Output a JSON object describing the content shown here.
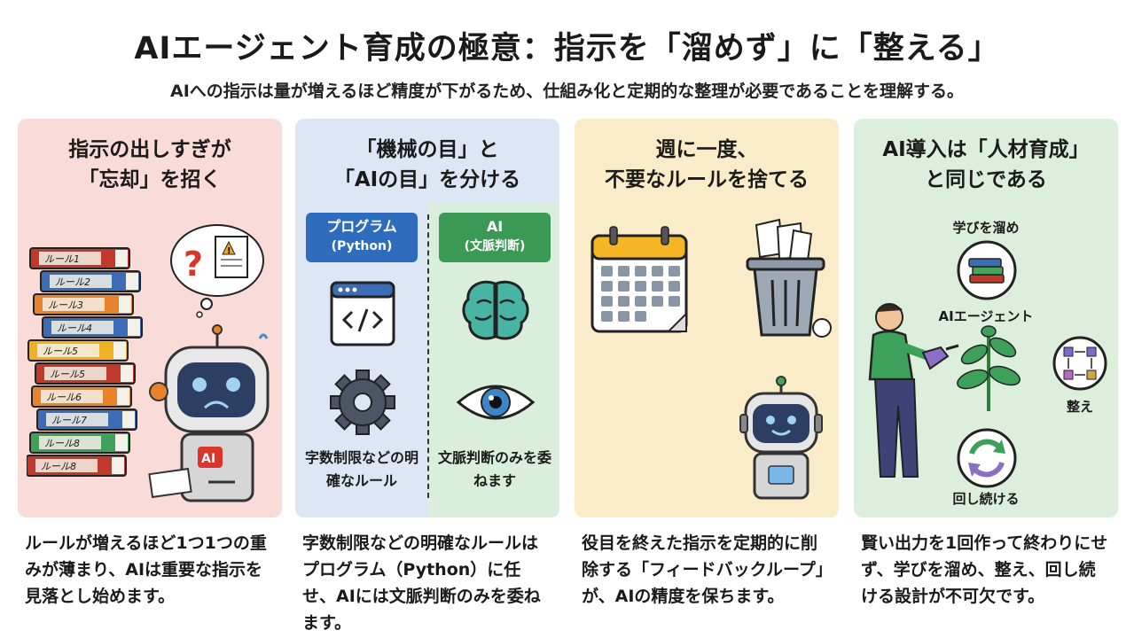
{
  "header": {
    "title": "AIエージェント育成の極意：指示を「溜めず」に「整える」",
    "subtitle": "AIへの指示は量が増えるほど精度が下がるため、仕組み化と定期的な整理が必要であることを理解する。"
  },
  "panels": [
    {
      "title_line1": "指示の出しすぎが",
      "title_line2": "「忘却」を招く",
      "books": [
        "ルール1",
        "ルール2",
        "ルール3",
        "ルール4",
        "ルール5",
        "ルール5",
        "ルール6",
        "ルール7",
        "ルール8",
        "ルール8"
      ],
      "robot_badge": "AI",
      "desc": "ルールが増えるほど1つ1つの重みが薄まり、AIは重要な指示を見落とし始めます。"
    },
    {
      "title_line1": "「機械の目」と",
      "title_line2": "「AIの目」を分ける",
      "left_tag": "プログラム",
      "left_tag_sub": "(Python)",
      "right_tag": "AI",
      "right_tag_sub": "(文脈判断)",
      "left_note": "字数制限などの明確なルール",
      "right_note": "文脈判断のみを委ねます",
      "desc": "字数制限などの明確なルールはプログラム（Python）に任せ、AIには文脈判断のみを委ねます。"
    },
    {
      "title_line1": "週に一度、",
      "title_line2": "不要なルールを捨てる",
      "desc": "役目を終えた指示を定期的に削除する「フィードバックループ」が、AIの精度を保ちます。"
    },
    {
      "title_line1": "AI導入は「人材育成」",
      "title_line2": "と同じである",
      "label_top": "学びを溜め",
      "label_mid": "AIエージェント",
      "label_right": "整え",
      "label_bottom": "回し続ける",
      "desc": "賢い出力を1回作って終わりにせず、学びを溜め、整え、回し続ける設計が不可欠です。"
    }
  ],
  "colors": {
    "panel1_bg": "#f9dcd8",
    "panel2_bg": "#dde6f4",
    "panel3_bg": "#fbecc9",
    "panel4_bg": "#dcefdc",
    "program_tag": "#2e6dbd",
    "ai_tag": "#3a9a55"
  }
}
